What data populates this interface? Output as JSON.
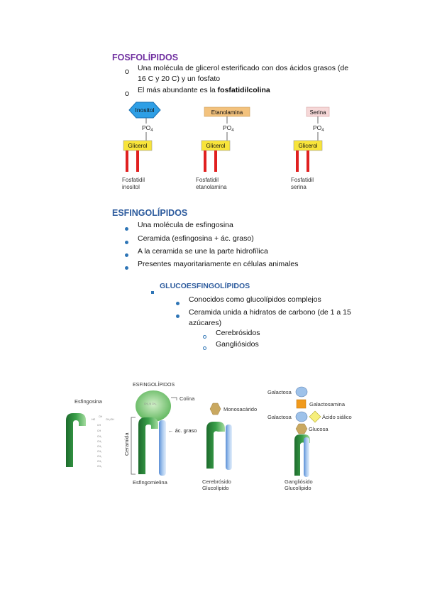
{
  "fosfolipidos": {
    "heading": "FOSFOLÍPIDOS",
    "items": [
      {
        "line1": "Una molécula de glicerol esterificado con dos ácidos grasos (de",
        "line2": "16 C y 20 C) y un fosfato"
      },
      {
        "pre": "El más abundante es la ",
        "bold": "fosfatidilcolina"
      }
    ],
    "figure": [
      {
        "head": "Inositol",
        "po4": "PO",
        "sub": "4",
        "glicerol": "Glicerol",
        "name1": "Fosfatidil",
        "name2": "inositol"
      },
      {
        "head": "Etanolamina",
        "po4": "PO",
        "sub": "4",
        "glicerol": "Glicerol",
        "name1": "Fosfatidil",
        "name2": "etanolamina"
      },
      {
        "head": "Serina",
        "po4": "PO",
        "sub": "4",
        "glicerol": "Glicerol",
        "name1": "Fosfatidil",
        "name2": "serina"
      }
    ],
    "colors": {
      "inositol": "#2e9fe6",
      "etanolamina": "#f3c27d",
      "serina": "#f6d8d8",
      "glicerol": "#f8e43a",
      "chain": "#e02020"
    }
  },
  "esfingolipidos": {
    "heading": "ESFINGOLÍPIDOS",
    "items": [
      "Una molécula de esfingosina",
      "Ceramida (esfingosina + ác. graso)",
      "A la ceramida se une la parte hidrofílica",
      "Presentes mayoritariamente en células animales"
    ],
    "gluco": {
      "heading": "GLUCOESFINGOLÍPIDOS",
      "items": [
        {
          "line1": "Conocidos como glucolípidos complejos"
        },
        {
          "line1": "Ceramida unida a hidratos de carbono (de 1 a 15",
          "line2": "azúcares)"
        }
      ],
      "subitems": [
        "Cerebrósidos",
        "Gangliósidos"
      ]
    }
  },
  "figure2": {
    "title": "ESFINGOLÍPIDOS",
    "esfingosina": "Esfingosina",
    "colina": "Colina",
    "ceramida": "Ceramida",
    "acgraso": "← ác. graso",
    "esfingomielina": "Esfingomielina",
    "monosacarido": "Monosacárido",
    "cerebrosido1": "Cerebrósido",
    "cerebrosido2": "Glucolípido",
    "galactosa1": "Galactosa",
    "galactosamina": "Galactosamina",
    "galactosa2": "Galactosa",
    "acidosialico": "Ácido siálico",
    "glucosa": "Glucosa",
    "gangliosido1": "Gangliósido",
    "gangliosido2": "Glucolípido"
  }
}
